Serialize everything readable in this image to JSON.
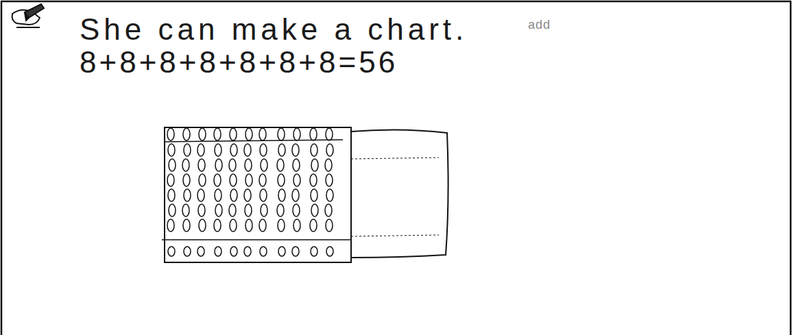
{
  "diagram": {
    "labels": [
      "She can make a chart.",
      "add",
      "8+8+8+8+8+8+8=56"
    ]
  }
}
